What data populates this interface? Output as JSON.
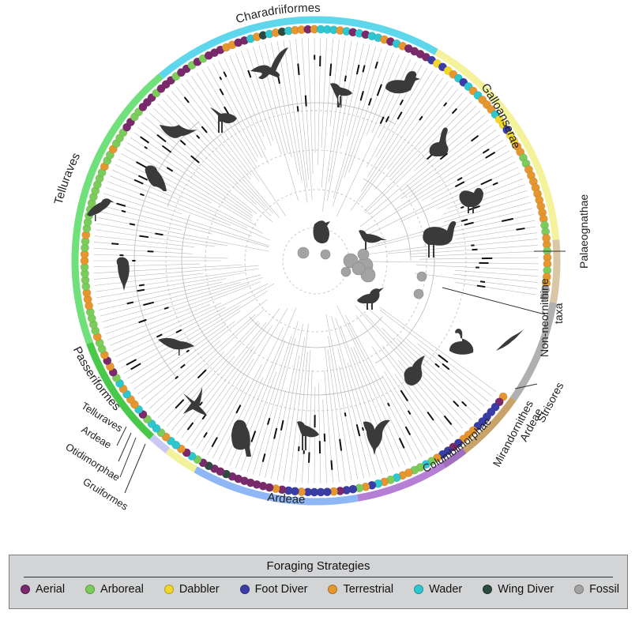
{
  "colors": {
    "aerial": "#7a2a6b",
    "arboreal": "#7ccc5c",
    "dabbler": "#f2d629",
    "foot_diver": "#3b3da6",
    "terrestrial": "#e6962e",
    "wader": "#2ec6cf",
    "wing_diver": "#2e4a40",
    "fossil": "#a3a3a3",
    "silhouette": "#3a3a3a",
    "branch": "#b9b9b9",
    "ring_dashed": "#c9c9c9",
    "bar": "#111111"
  },
  "diagram": {
    "clade_labels": [
      {
        "key": "charadriiformes",
        "text": "Charadriiformes"
      },
      {
        "key": "galloanserae",
        "text": "Galloanserae"
      },
      {
        "key": "telluraves_top",
        "text": "Telluraves"
      },
      {
        "key": "passeriformes",
        "text": "Passeriformes"
      },
      {
        "key": "ardeae_bottom",
        "text": "Ardeae"
      },
      {
        "key": "columbimorphae",
        "text": "Columbimorphae"
      },
      {
        "key": "mirandornithes",
        "text": "Mirandornithes"
      },
      {
        "key": "ardeae_right",
        "text": "Ardeae"
      },
      {
        "key": "strisores",
        "text": "Strisores"
      },
      {
        "key": "palaeognathae",
        "text": "Palaeognathae"
      },
      {
        "key": "non_neornithine_1",
        "text": "Non-neornithine"
      },
      {
        "key": "non_neornithine_2",
        "text": "taxa"
      },
      {
        "key": "telluraves_small",
        "text": "Telluraves"
      },
      {
        "key": "ardeae_small",
        "text": "Ardeae"
      },
      {
        "key": "otidimorphae",
        "text": "Otidimorphae"
      },
      {
        "key": "gruiformes",
        "text": "Gruiformes"
      }
    ],
    "silhouettes": [
      "eagle-silhouette",
      "heron-silhouette",
      "duck-silhouette",
      "goose-silhouette",
      "chicken-silhouette",
      "rhea-silhouette",
      "crow-silhouette",
      "shorebird-silhouette",
      "hawk-silhouette",
      "songbird-silhouette",
      "parrot-silhouette",
      "swallow-silhouette",
      "dove-silhouette",
      "swan-silhouette",
      "stork-silhouette",
      "cormorant-silhouette",
      "vulture-silhouette",
      "fossil-bird-silhouette"
    ]
  },
  "legend": {
    "title": "Foraging Strategies",
    "items": [
      {
        "key": "aerial",
        "label": "Aerial"
      },
      {
        "key": "arboreal",
        "label": "Arboreal"
      },
      {
        "key": "dabbler",
        "label": "Dabbler"
      },
      {
        "key": "foot_diver",
        "label": "Foot Diver"
      },
      {
        "key": "terrestrial",
        "label": "Terrestrial"
      },
      {
        "key": "wader",
        "label": "Wader"
      },
      {
        "key": "wing_diver",
        "label": "Wing Diver"
      },
      {
        "key": "fossil",
        "label": "Fossil"
      }
    ]
  }
}
